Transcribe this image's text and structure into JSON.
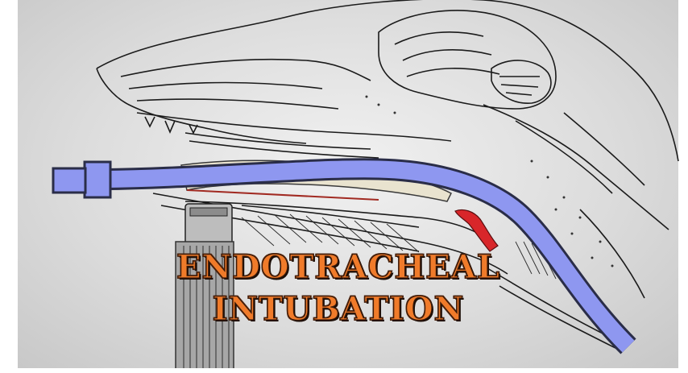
{
  "title": {
    "line1": "ENDOTRACHEAL",
    "line2": "INTUBATION"
  },
  "colors": {
    "tube": "#8e97f0",
    "tube_outline": "#2a2d48",
    "title_fill": "#f07b2a",
    "epiglottis": "#d8262a",
    "background": "#d6d6d6"
  },
  "illustration": {
    "subject": "canine head sagittal section",
    "items": [
      "endotracheal-tube",
      "laryngoscope-blade",
      "laryngoscope-handle",
      "epiglottis"
    ]
  }
}
